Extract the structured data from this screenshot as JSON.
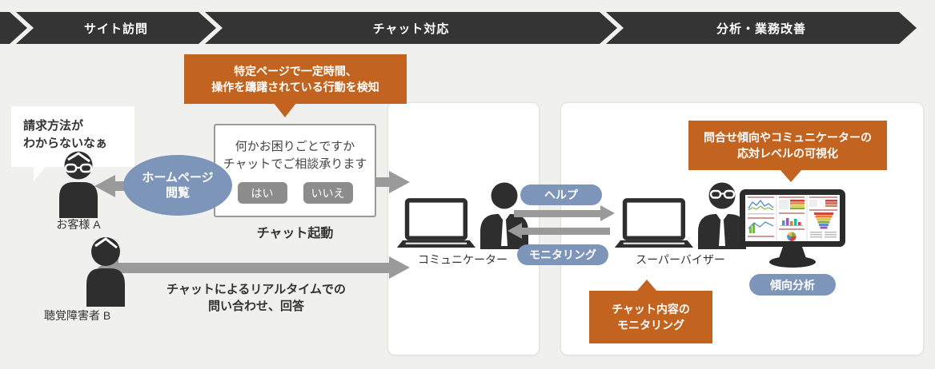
{
  "colors": {
    "background": "#f0f0ee",
    "header_band": "#343434",
    "accent_orange": "#c2641f",
    "accent_blue": "#7d95b8",
    "arrow_gray": "#9a9a9a",
    "button_gray": "#8c8c8c",
    "icon_dark": "#2e2e2e"
  },
  "header": {
    "stages": [
      {
        "label": "サイト訪問"
      },
      {
        "label": "チャット対応"
      },
      {
        "label": "分析・業務改善"
      }
    ]
  },
  "customer_flow": {
    "speech_bubble": {
      "line1": "請求方法が",
      "line2": "わからないなぁ"
    },
    "customer_a_label": "お客様 A",
    "customer_b_label": "聴覚障害者 B",
    "homepage_badge": {
      "line1": "ホームページ",
      "line2": "閲覧"
    },
    "realtime_label": {
      "line1": "チャットによるリアルタイムでの",
      "line2": "問い合わせ、回答"
    }
  },
  "detection_callout": {
    "line1": "特定ページで一定時間、",
    "line2": "操作を躊躇されている行動を検知"
  },
  "chat_dialog": {
    "line1": "何かお困りごとですか",
    "line2": "チャットでご相談承ります",
    "yes_button": "はい",
    "no_button": "いいえ",
    "caption": "チャット起動"
  },
  "chat_zone": {
    "communicator_label": "コミュニケーター",
    "help_badge": "ヘルプ",
    "monitoring_badge": "モニタリング"
  },
  "analysis_zone": {
    "supervisor_label": "スーパーバイザー",
    "monitoring_callout": {
      "line1": "チャット内容の",
      "line2": "モニタリング"
    },
    "visualization_callout": {
      "line1": "問合せ傾向やコミュニケーターの",
      "line2": "応対レベルの可視化"
    },
    "trend_badge": "傾向分析"
  },
  "icons": {
    "customer-a-icon": "person bust with glasses",
    "customer-b-icon": "person bust",
    "communicator-icon": "person bust with tie",
    "supervisor-icon": "person bust with glasses and tie",
    "laptop-icon": "laptop",
    "dashboard-monitor-icon": "desktop monitor showing analytics dashboard",
    "speech-bubble": "thought/speech bubble",
    "arrow": "gray flow arrow"
  }
}
